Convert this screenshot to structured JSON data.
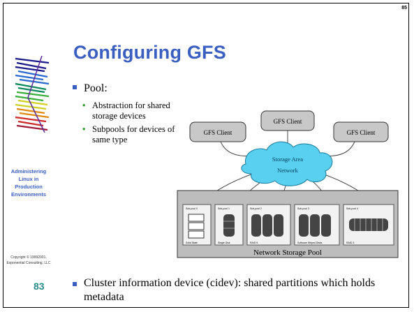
{
  "slide": {
    "page_number": "85",
    "title": "Configuring GFS",
    "slide_number": "83",
    "sidebar": {
      "course_title": "Administering Linux in Production Environments",
      "copyright_line1": "Copyright © 19992001,",
      "copyright_line2": "Exponential Consulting, LLC"
    },
    "main_bullet": "Pool:",
    "sub_bullets": [
      "Abstraction for shared storage devices",
      "Subpools for devices of same type"
    ],
    "bottom_bullet": "Cluster information device (cidev): shared partitions which holds metadata"
  },
  "diagram": {
    "clients": [
      "GFS Client",
      "GFS Client",
      "GFS Client"
    ],
    "network_label_line1": "Storage Area",
    "network_label_line2": "Network",
    "subpool_labels": [
      "Sub-pool 0",
      "Sub-pool 1",
      "Sub-pool 2",
      "Sub-pool 3",
      "Sub-pool 4"
    ],
    "device_labels": [
      "Solid State",
      "Single Disk",
      "RAID 5",
      "Software Striped Disks",
      "RAID 3"
    ],
    "pool_label": "Network Storage Pool"
  },
  "colors": {
    "title_blue": "#3b5fc0",
    "bullet_green": "#2a9a2a",
    "slide_number_teal": "#2a8a8a",
    "network_cyan": "#5ad0f0"
  }
}
